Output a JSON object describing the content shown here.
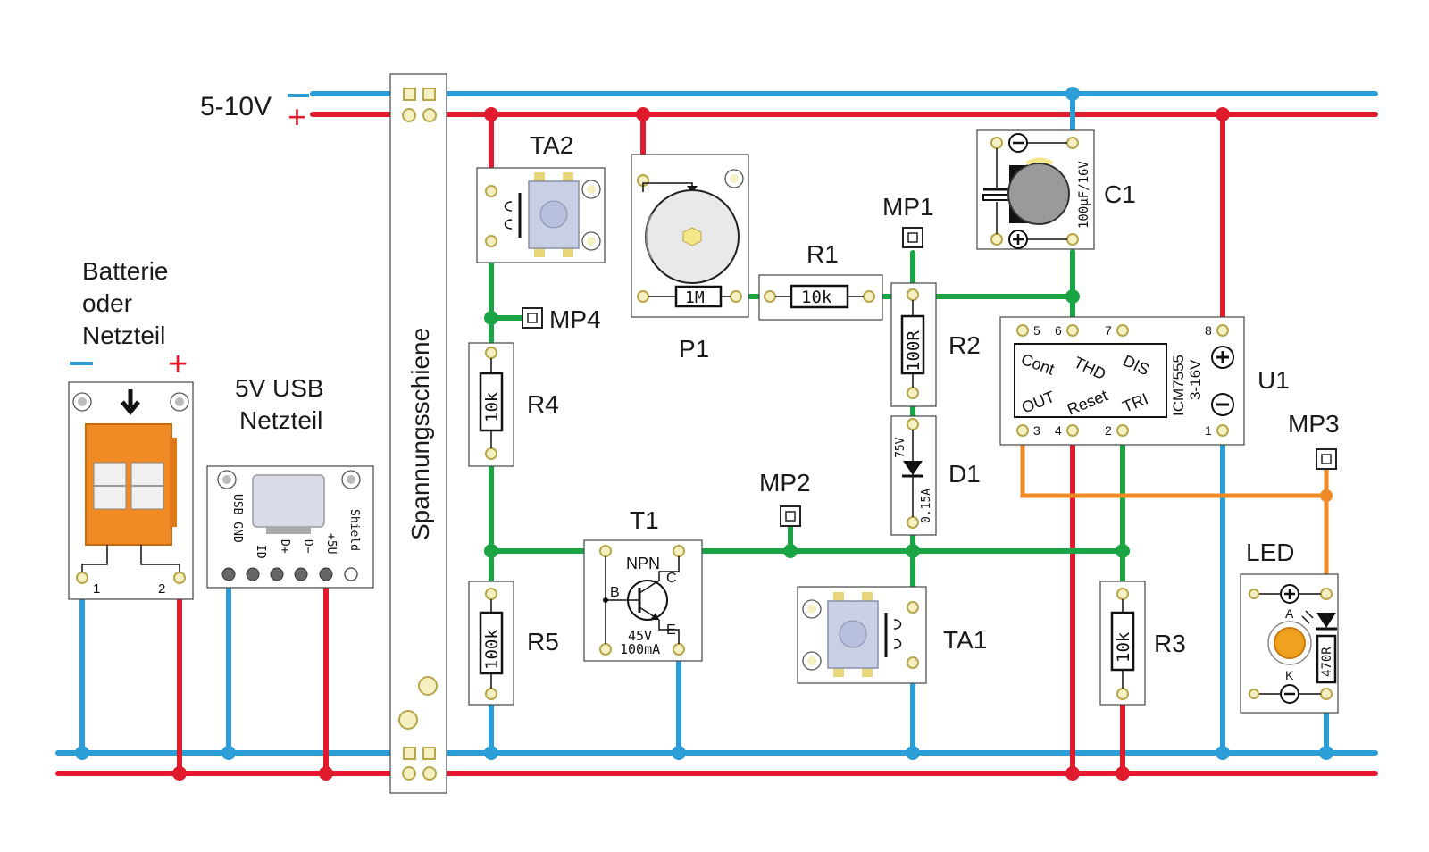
{
  "supply": {
    "voltage": "5-10V",
    "minus": "−",
    "plus": "+"
  },
  "battery": {
    "title_l1": "Batterie",
    "title_l2": "oder",
    "title_l3": "Netzteil",
    "minus": "−",
    "plus": "+",
    "pin1": "1",
    "pin2": "2"
  },
  "usb": {
    "title_l1": "5V USB",
    "title_l2": "Netzteil",
    "pins": [
      "USB GND",
      "ID",
      "D+",
      "D−",
      "+5U",
      "Shield"
    ]
  },
  "rail": {
    "label": "Spannungsschiene"
  },
  "components": {
    "TA2": {
      "name": "TA2"
    },
    "TA1": {
      "name": "TA1"
    },
    "P1": {
      "name": "P1",
      "value": "1M"
    },
    "R1": {
      "name": "R1",
      "value": "10k"
    },
    "R2": {
      "name": "R2",
      "value": "100R"
    },
    "R3": {
      "name": "R3",
      "value": "10k"
    },
    "R4": {
      "name": "R4",
      "value": "10k"
    },
    "R5": {
      "name": "R5",
      "value": "100k"
    },
    "C1": {
      "name": "C1",
      "value": "100µF/16V"
    },
    "D1": {
      "name": "D1",
      "v": "75V",
      "a": "0.15A"
    },
    "T1": {
      "name": "T1",
      "type": "NPN",
      "rating1": "45V",
      "rating2": "100mA",
      "b": "B",
      "c": "C",
      "e": "E"
    },
    "U1": {
      "name": "U1",
      "chip": "ICM7555",
      "range": "3-16V",
      "cont": "Cont",
      "thd": "THD",
      "dis": "DIS",
      "out": "OUT",
      "reset": "Reset",
      "tri": "TRI",
      "pins": {
        "p5": "5",
        "p6": "6",
        "p7": "7",
        "p8": "8",
        "p3": "3",
        "p4": "4",
        "p2": "2",
        "p1": "1"
      }
    },
    "LED": {
      "name": "LED",
      "a": "A",
      "k": "K",
      "rv": "470R"
    }
  },
  "measure_points": {
    "MP1": "MP1",
    "MP2": "MP2",
    "MP3": "MP3",
    "MP4": "MP4"
  },
  "colors": {
    "gnd": "#2b9ed8",
    "vcc": "#e01b2d",
    "signal": "#1aa444",
    "output": "#f08a24",
    "pad": "#f4f0c2"
  }
}
